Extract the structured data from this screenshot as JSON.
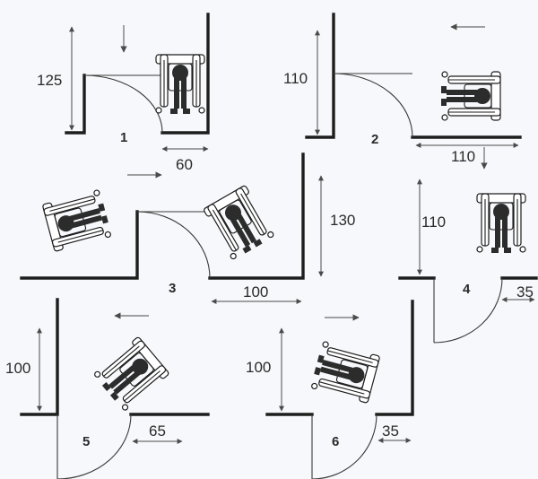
{
  "figures": [
    {
      "id": "1",
      "number": "1",
      "dims": [
        "125",
        "60"
      ]
    },
    {
      "id": "2",
      "number": "2",
      "dims": [
        "110",
        "110"
      ]
    },
    {
      "id": "3",
      "number": "3",
      "dims": [
        "130",
        "100"
      ]
    },
    {
      "id": "4",
      "number": "4",
      "dims": [
        "110",
        "35"
      ]
    },
    {
      "id": "5",
      "number": "5",
      "dims": [
        "100",
        "65"
      ]
    },
    {
      "id": "6",
      "number": "6",
      "dims": [
        "100",
        "35"
      ]
    }
  ]
}
